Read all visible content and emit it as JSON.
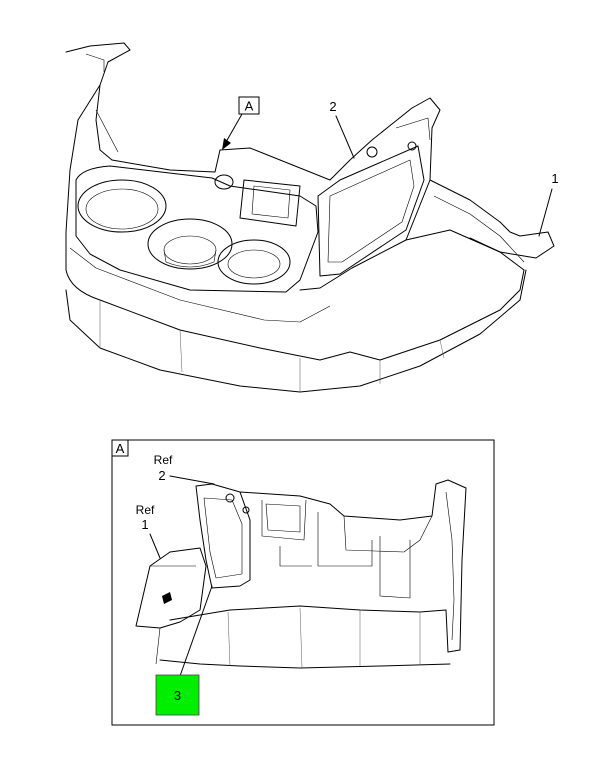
{
  "top_view": {
    "callout_detail": "A",
    "callout_part_2": "2",
    "callout_part_1": "1"
  },
  "detail_view": {
    "frame_label": "A",
    "ref_2_word": "Ref",
    "ref_2_number": "2",
    "ref_1_word": "Ref",
    "ref_1_number": "1",
    "part_3": "3",
    "highlight_color": "#00ee00"
  }
}
